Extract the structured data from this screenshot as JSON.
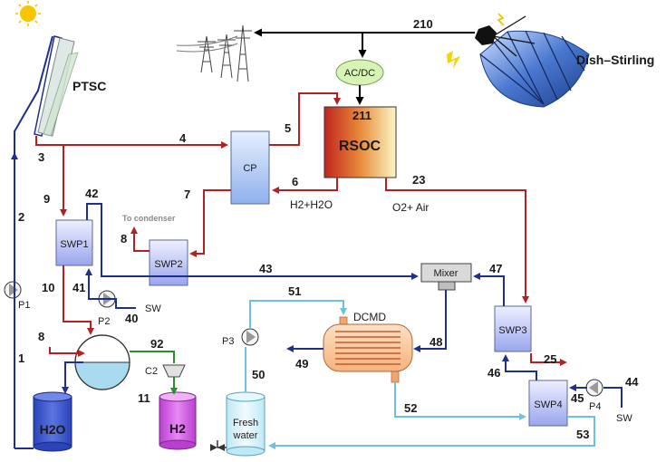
{
  "components": {
    "ptsc": "PTSC",
    "dish": "Dish–Stirling",
    "acdc": "AC/DC",
    "rsoc": "RSOC",
    "cp": "CP",
    "swp1": "SWP1",
    "swp2": "SWP2",
    "swp3": "SWP3",
    "swp4": "SWP4",
    "mixer": "Mixer",
    "dcmd": "DCMD",
    "c2": "C2",
    "h2o": "H2O",
    "h2": "H2",
    "fresh1": "Fresh",
    "fresh2": "water",
    "p1": "P1",
    "p2": "P2",
    "p3": "P3",
    "p4": "P4"
  },
  "annotations": {
    "to_condenser": "To condenser",
    "h2h2o": "H2+H2O",
    "o2air": "O2+ Air",
    "sw1": "SW",
    "sw2": "SW"
  },
  "streams": {
    "s1": "1",
    "s2": "2",
    "s3": "3",
    "s4": "4",
    "s5": "5",
    "s6": "6",
    "s7": "7",
    "s8a": "8",
    "s8b": "8",
    "s9": "9",
    "s10": "10",
    "s11": "11",
    "s23": "23",
    "s25": "25",
    "s40": "40",
    "s41": "41",
    "s42": "42",
    "s43": "43",
    "s44": "44",
    "s45": "45",
    "s46": "46",
    "s47": "47",
    "s48": "48",
    "s49": "49",
    "s50": "50",
    "s51": "51",
    "s52": "52",
    "s53": "53",
    "s92": "92",
    "s210": "210",
    "s211": "211"
  },
  "colors": {
    "hot_stream": "#b22222",
    "cold_stream": "#1f2f8a",
    "fresh_stream": "#6ec1e4",
    "h2_stream": "#2e8b2e",
    "power_line": "#000000"
  }
}
